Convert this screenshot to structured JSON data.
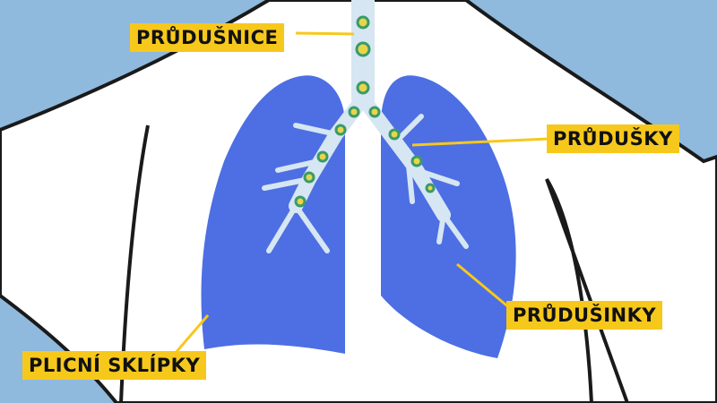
{
  "labels": {
    "trachea": "PRŮDUŠNICE",
    "bronchi": "PRŮDUŠKY",
    "bronchioles": "PRŮDUŠINKY",
    "alveoli": "PLICNÍ SKLÍPKY"
  },
  "colors": {
    "background": "#8fb9dd",
    "body": "#ffffff",
    "lung": "#4d6fe3",
    "airway": "#d6e6f2",
    "label": "#f7c81c"
  }
}
